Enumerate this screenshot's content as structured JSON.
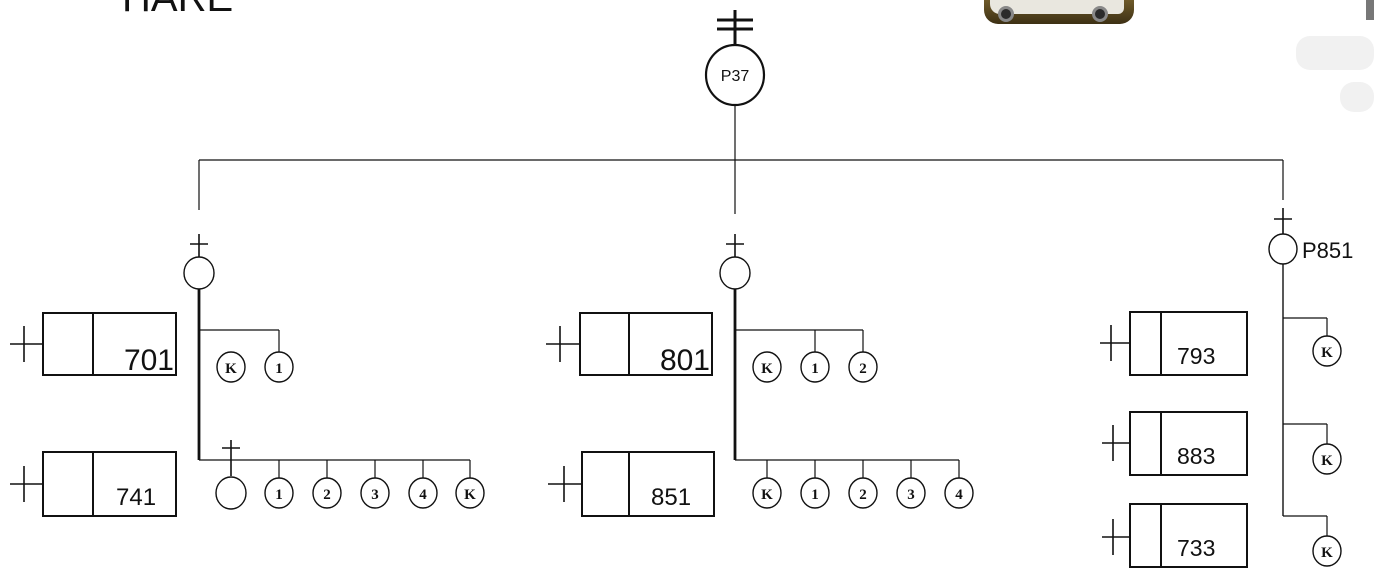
{
  "header": {
    "title": "HARE"
  },
  "root": {
    "label": "P37"
  },
  "branches": {
    "left": {
      "boxes": [
        "701",
        "741"
      ],
      "upper_nodes": [
        "K",
        "1"
      ],
      "lower_nodes": [
        "",
        "1",
        "2",
        "3",
        "4",
        "K"
      ]
    },
    "middle": {
      "boxes": [
        "801",
        "851"
      ],
      "upper_nodes": [
        "K",
        "1",
        "2"
      ],
      "lower_nodes": [
        "K",
        "1",
        "2",
        "3",
        "4"
      ]
    },
    "right": {
      "label": "P851",
      "boxes": [
        "793",
        "883",
        "733"
      ],
      "nodes": [
        "K",
        "K",
        "K"
      ]
    }
  }
}
